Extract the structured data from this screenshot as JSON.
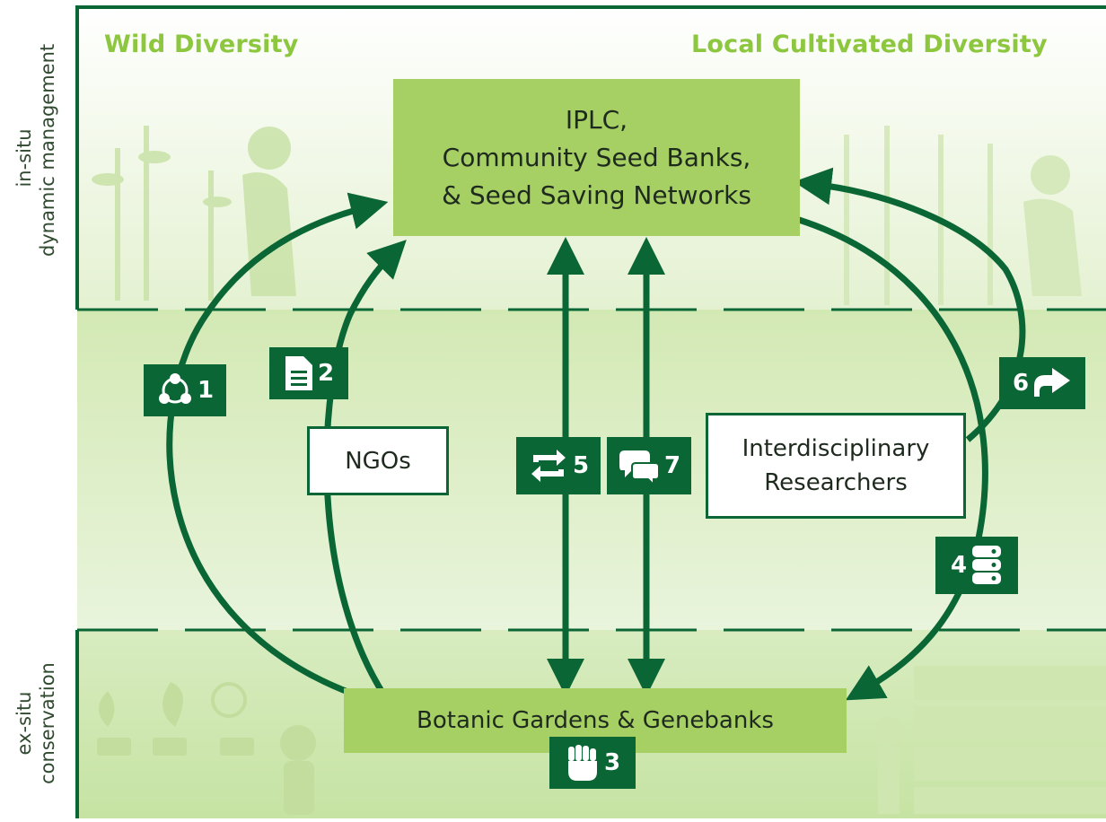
{
  "side_labels": {
    "in_situ": {
      "line1": "in-situ",
      "line2": "dynamic management"
    },
    "ex_situ": {
      "line1": "ex-situ",
      "line2": "conservation"
    }
  },
  "headings": {
    "wild": "Wild Diversity",
    "local": "Local Cultivated Diversity"
  },
  "boxes": {
    "iplc": [
      "IPLC,",
      "Community Seed Banks,",
      "& Seed Saving Networks"
    ],
    "ngos": "NGOs",
    "researchers": [
      "Interdisciplinary",
      "Researchers"
    ],
    "botanic": "Botanic Gardens & Genebanks"
  },
  "badges": [
    {
      "number": "1",
      "icon": "network-icon"
    },
    {
      "number": "2",
      "icon": "document-icon"
    },
    {
      "number": "3",
      "icon": "raised-fist-icon"
    },
    {
      "number": "4",
      "icon": "server-stack-icon"
    },
    {
      "number": "5",
      "icon": "exchange-arrows-icon"
    },
    {
      "number": "6",
      "icon": "share-arrow-icon"
    },
    {
      "number": "7",
      "icon": "chat-bubbles-icon"
    }
  ],
  "colors": {
    "dark_green": "#0a6634",
    "box_green": "#a6cf64",
    "heading_green": "#8dc63f",
    "band_green": "#d7ebbd"
  }
}
